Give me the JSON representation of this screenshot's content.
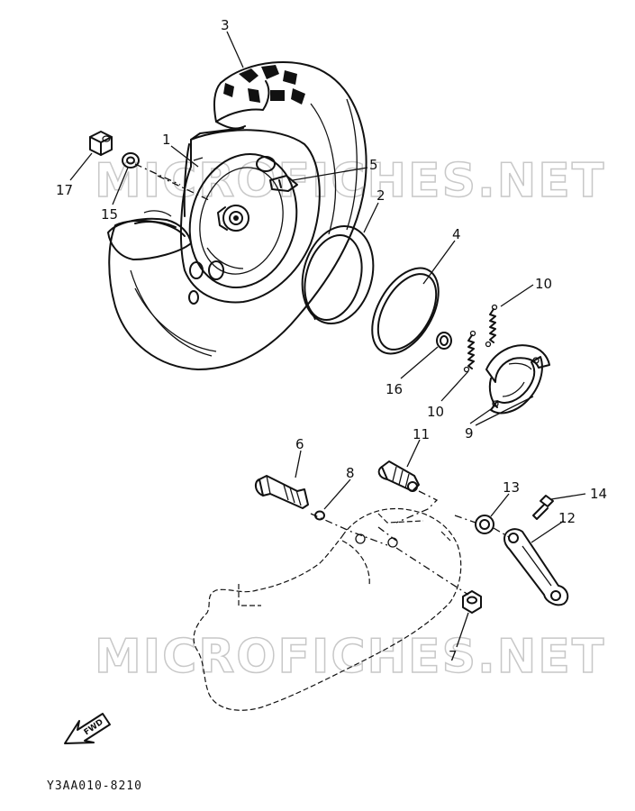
{
  "diagram": {
    "callouts": [
      {
        "id": "3",
        "label": "3"
      },
      {
        "id": "1",
        "label": "1"
      },
      {
        "id": "5",
        "label": "5"
      },
      {
        "id": "2",
        "label": "2"
      },
      {
        "id": "17",
        "label": "17"
      },
      {
        "id": "15",
        "label": "15"
      },
      {
        "id": "4",
        "label": "4"
      },
      {
        "id": "10a",
        "label": "10"
      },
      {
        "id": "16",
        "label": "16"
      },
      {
        "id": "10b",
        "label": "10"
      },
      {
        "id": "9",
        "label": "9"
      },
      {
        "id": "6",
        "label": "6"
      },
      {
        "id": "11",
        "label": "11"
      },
      {
        "id": "8",
        "label": "8"
      },
      {
        "id": "13",
        "label": "13"
      },
      {
        "id": "14",
        "label": "14"
      },
      {
        "id": "12",
        "label": "12"
      },
      {
        "id": "7",
        "label": "7"
      }
    ],
    "watermark_top": "MICROFICHES.NET",
    "watermark_bottom": "MICROFICHES.NET",
    "fwd_label": "FWD",
    "drawing_code": "Y3AA010-8210",
    "line_color": "#111111",
    "watermark_color": "#c8c8c8"
  }
}
